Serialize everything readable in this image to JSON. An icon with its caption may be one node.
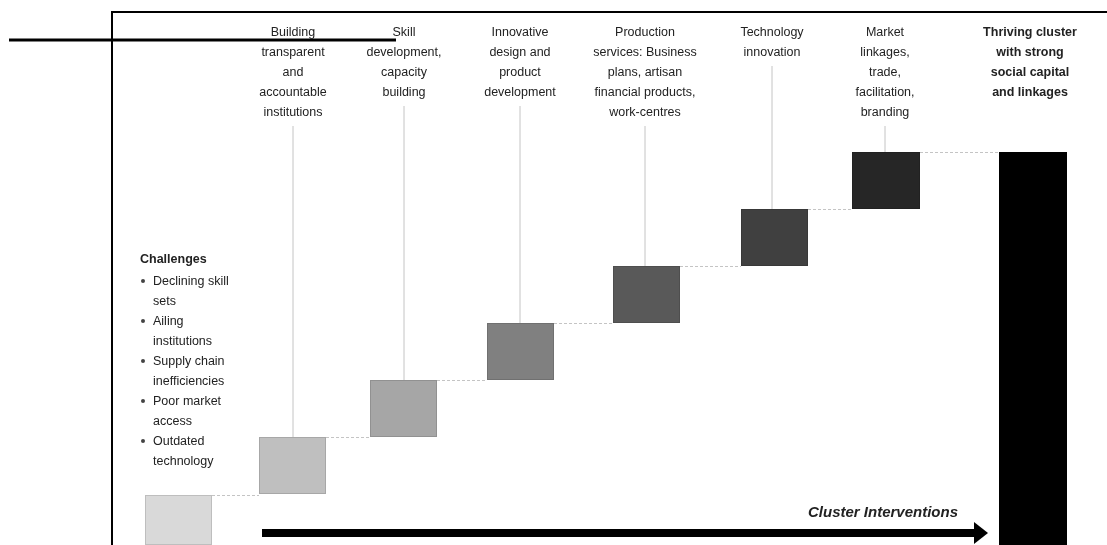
{
  "diagram": {
    "nodes": [
      {
        "text": [
          "Building transparent and accountable institutions"
        ]
      },
      {
        "text": [
          "Skill development, capacity building"
        ]
      },
      {
        "text": [
          "Innovative design and product development"
        ]
      },
      {
        "text": [
          "Production services: Business plans, artisan financial products, work-centres"
        ]
      },
      {
        "text": [
          "Technology innovation"
        ]
      },
      {
        "text": [
          "Market linkages, trade, facilitation, branding"
        ]
      },
      {
        "text": [],
        "shape": "box"
      },
      {
        "text": [],
        "shape": "box"
      },
      {
        "text": [],
        "shape": "box"
      },
      {
        "text": [],
        "shape": "box"
      },
      {
        "text": [],
        "shape": "box"
      },
      {
        "text": [],
        "shape": "box"
      },
      {
        "text": [],
        "shape": "box"
      },
      {
        "text": [],
        "shape": "bar"
      }
    ],
    "edges": [
      {
        "from": 0,
        "to": 7,
        "arrow": "none"
      },
      {
        "from": 1,
        "to": 8,
        "arrow": "none"
      },
      {
        "from": 2,
        "to": 9,
        "arrow": "none"
      },
      {
        "from": 3,
        "to": 10,
        "arrow": "none"
      },
      {
        "from": 4,
        "to": 11,
        "arrow": "none"
      },
      {
        "from": 5,
        "to": 12,
        "arrow": "none"
      },
      {
        "from": 6,
        "to": 7,
        "arrow": "none",
        "style": "dashed"
      },
      {
        "from": 7,
        "to": 8,
        "arrow": "none",
        "style": "dashed"
      },
      {
        "from": 8,
        "to": 9,
        "arrow": "none",
        "style": "dashed"
      },
      {
        "from": 9,
        "to": 10,
        "arrow": "none",
        "style": "dashed"
      },
      {
        "from": 10,
        "to": 11,
        "arrow": "none",
        "style": "dashed"
      },
      {
        "from": 11,
        "to": 12,
        "arrow": "none",
        "style": "dashed"
      },
      {
        "from": 12,
        "to": 13,
        "arrow": "none",
        "style": "dashed"
      }
    ],
    "labels": [
      "Thriving cluster with strong social capital and linkages",
      "Challenges",
      "Declining skill sets",
      "Ailing institutions",
      "Supply chain inefficiencies",
      "Poor market access",
      "Outdated technology",
      "Cluster Interventions"
    ]
  }
}
